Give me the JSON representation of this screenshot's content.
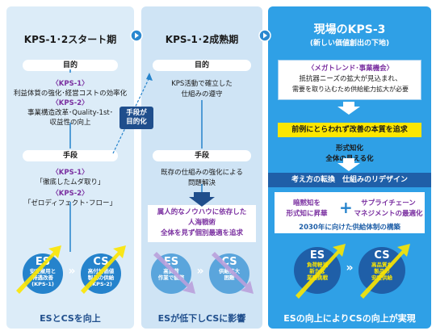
{
  "col1": {
    "title": "KPS-1･2スタート期",
    "purpose_label": "目的",
    "purpose_kps1": "〈KPS-1〉",
    "purpose_kps1_text": "利益体質の強化･経営コストの効率化",
    "purpose_kps2": "〈KPS-2〉",
    "purpose_kps2_text1": "事業構造改革･Quality-1st･",
    "purpose_kps2_text2": "収益性の向上",
    "tag_line1": "手段が",
    "tag_line2": "目的化",
    "means_label": "手段",
    "means_kps1": "〈KPS-1〉",
    "means_kps1_text": "「徹底したムダ取り」",
    "means_kps2": "〈KPS-2〉",
    "means_kps2_text": "「ゼロディフェクト･フロー」",
    "es_title": "ES",
    "es_line1": "安定雇用と",
    "es_line2": "待遇改善",
    "es_line3": "(KPS-1)",
    "cs_title": "CS",
    "cs_line1": "高付加価値",
    "cs_line2": "製品の供給",
    "cs_line3": "(KPS-2)",
    "bottom": "ESとCSを向上"
  },
  "col2": {
    "title": "KPS-1･2成熟期",
    "purpose_label": "目的",
    "purpose_text1": "KPS活動で確立した",
    "purpose_text2": "仕組みの遵守",
    "means_label": "手段",
    "means_text1": "既存の仕組みの強化による",
    "means_text2": "問題解決",
    "problem1": "属人的なノウハウに依存した",
    "problem2": "人海戦術",
    "problem3": "全体を見ず個別最適を追求",
    "es_title": "ES",
    "es_line1": "高負荷",
    "es_line2": "作業で疲弊",
    "cs_title": "CS",
    "cs_line1": "供給拡大",
    "cs_line2": "困難",
    "bottom": "ESが低下しCSに影響"
  },
  "col3": {
    "title": "現場のKPS-3",
    "subtitle": "(新しい価値創出の下地)",
    "trend_label": "〈メガトレンド･事業機会〉",
    "trend_text1": "抵抗器ニーズの拡大が見込まれ、",
    "trend_text2": "需要を取り込むため供給能力拡大が必要",
    "yellow1": "前例にとらわれず改善の本質を追求",
    "formal1": "形式知化",
    "formal2": "全体の見える化",
    "redesign": "考え方の転換　仕組みのリデザイン",
    "tacit1": "暗黙知を",
    "tacit2": "形式知に昇華",
    "plus": "+",
    "supply1": "サプライチェーン",
    "supply2": "マネジメントの最適化",
    "target": "2030年に向けた供給体制の構築",
    "es_title": "ES",
    "es_line1": "負荷軽減",
    "es_line2": "新たな",
    "es_line3": "業務挑戦",
    "cs_title": "CS",
    "cs_line1": "高品質な",
    "cs_line2": "製品の",
    "cs_line3": "安定供給",
    "bottom": "ESの向上によりCSの向上が実現"
  },
  "separator": "»",
  "colors": {
    "accent": "#2fa0e6",
    "navy": "#1f5fa8",
    "purple": "#7a2fa0",
    "yellow": "#fce600"
  }
}
